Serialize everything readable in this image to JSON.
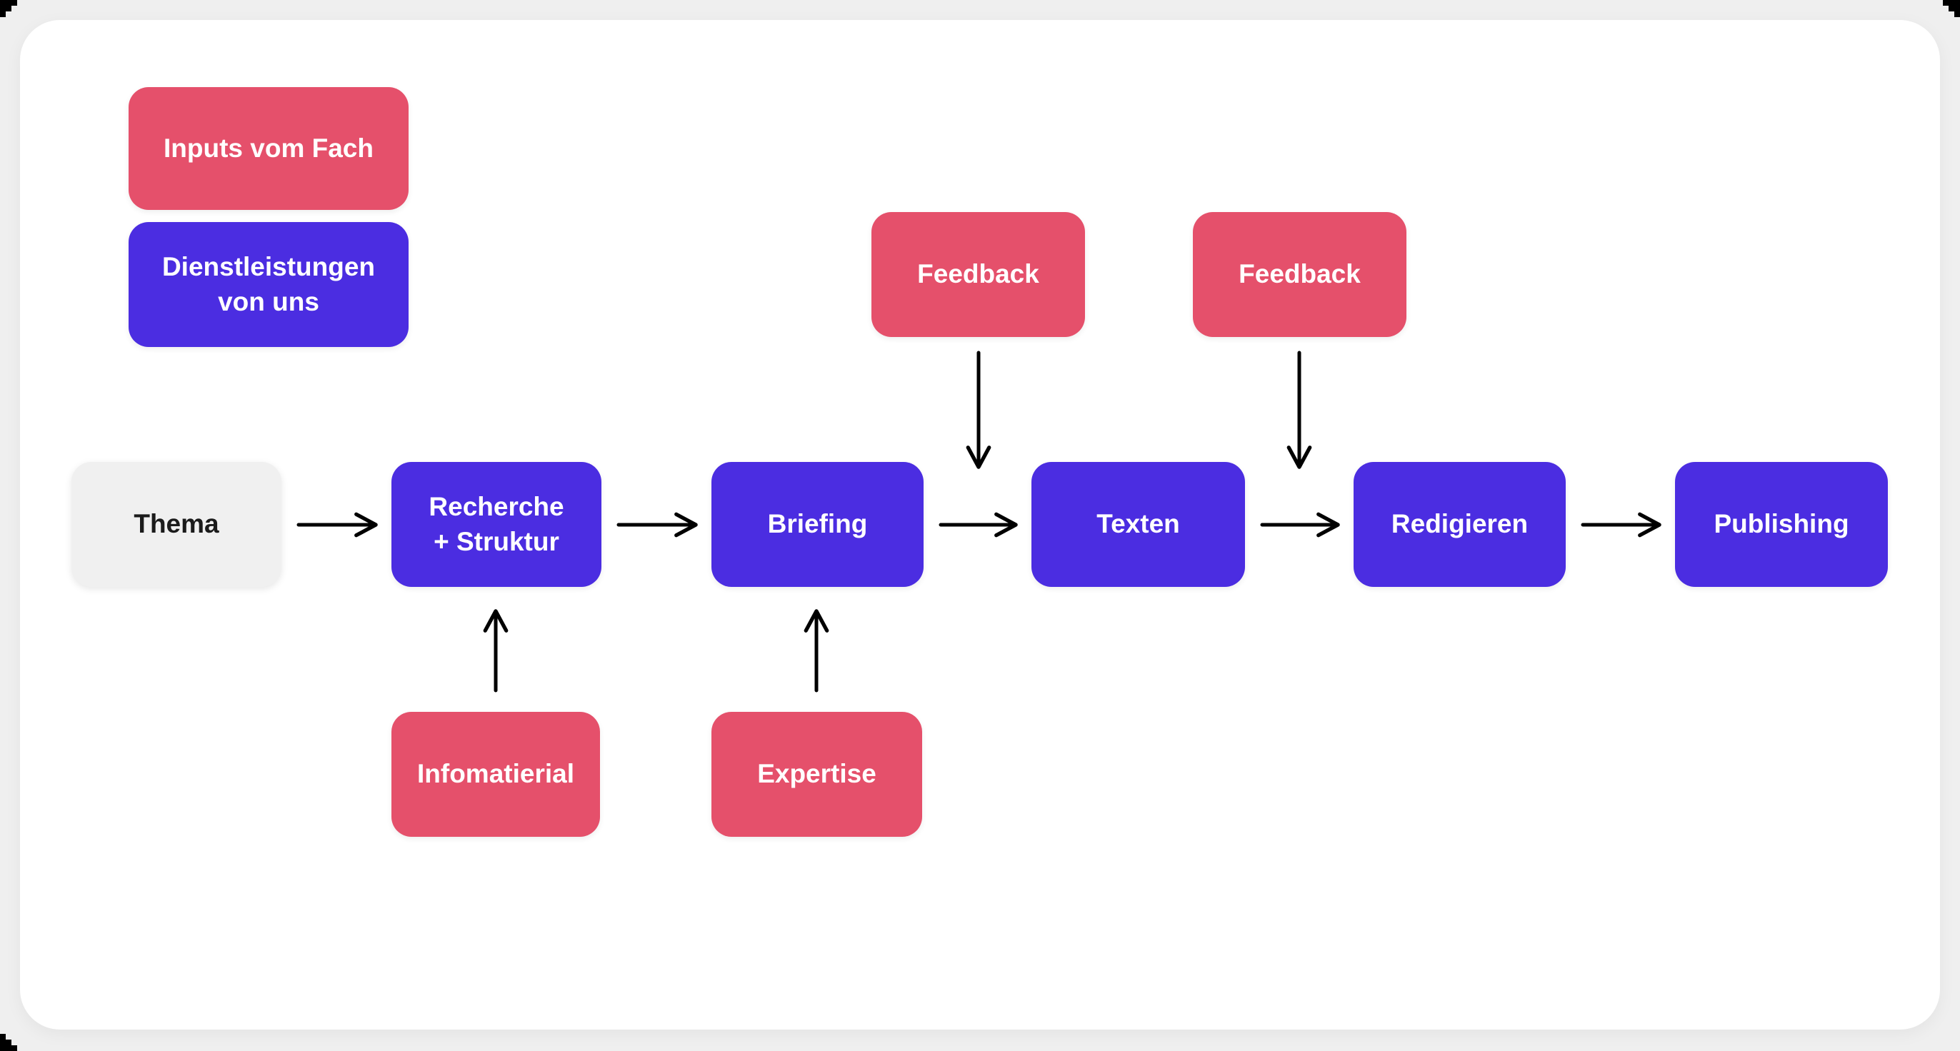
{
  "palette": {
    "input_red": "#e5506b",
    "service_blue": "#4b2de1",
    "start_gray": "#f0f0f0",
    "card_white": "#ffffff",
    "page_background": "#efefef",
    "arrow_black": "#000000",
    "text_on_color": "#ffffff",
    "text_dark": "#1b1b1b"
  },
  "legend": {
    "input_label": "Inputs vom Fach",
    "service_label": "Dienstleistungen\nvon uns"
  },
  "nodes": {
    "thema": {
      "label": "Thema",
      "type": "start"
    },
    "recherche": {
      "label": "Recherche\n+ Struktur",
      "type": "service"
    },
    "briefing": {
      "label": "Briefing",
      "type": "service"
    },
    "texten": {
      "label": "Texten",
      "type": "service"
    },
    "redigieren": {
      "label": "Redigieren",
      "type": "service"
    },
    "publishing": {
      "label": "Publishing",
      "type": "service"
    },
    "feedback1": {
      "label": "Feedback",
      "type": "input"
    },
    "feedback2": {
      "label": "Feedback",
      "type": "input"
    },
    "infomaterial": {
      "label": "Infomatierial",
      "type": "input"
    },
    "expertise": {
      "label": "Expertise",
      "type": "input"
    }
  },
  "edges": [
    {
      "from": "thema",
      "to": "recherche",
      "direction": "right"
    },
    {
      "from": "recherche",
      "to": "briefing",
      "direction": "right"
    },
    {
      "from": "briefing",
      "to": "texten",
      "direction": "right"
    },
    {
      "from": "texten",
      "to": "redigieren",
      "direction": "right"
    },
    {
      "from": "redigieren",
      "to": "publishing",
      "direction": "right"
    },
    {
      "from": "feedback1",
      "to": "between briefing and texten",
      "direction": "down"
    },
    {
      "from": "feedback2",
      "to": "between texten and redigieren",
      "direction": "down"
    },
    {
      "from": "infomaterial",
      "to": "recherche",
      "direction": "up"
    },
    {
      "from": "expertise",
      "to": "briefing",
      "direction": "up"
    }
  ]
}
